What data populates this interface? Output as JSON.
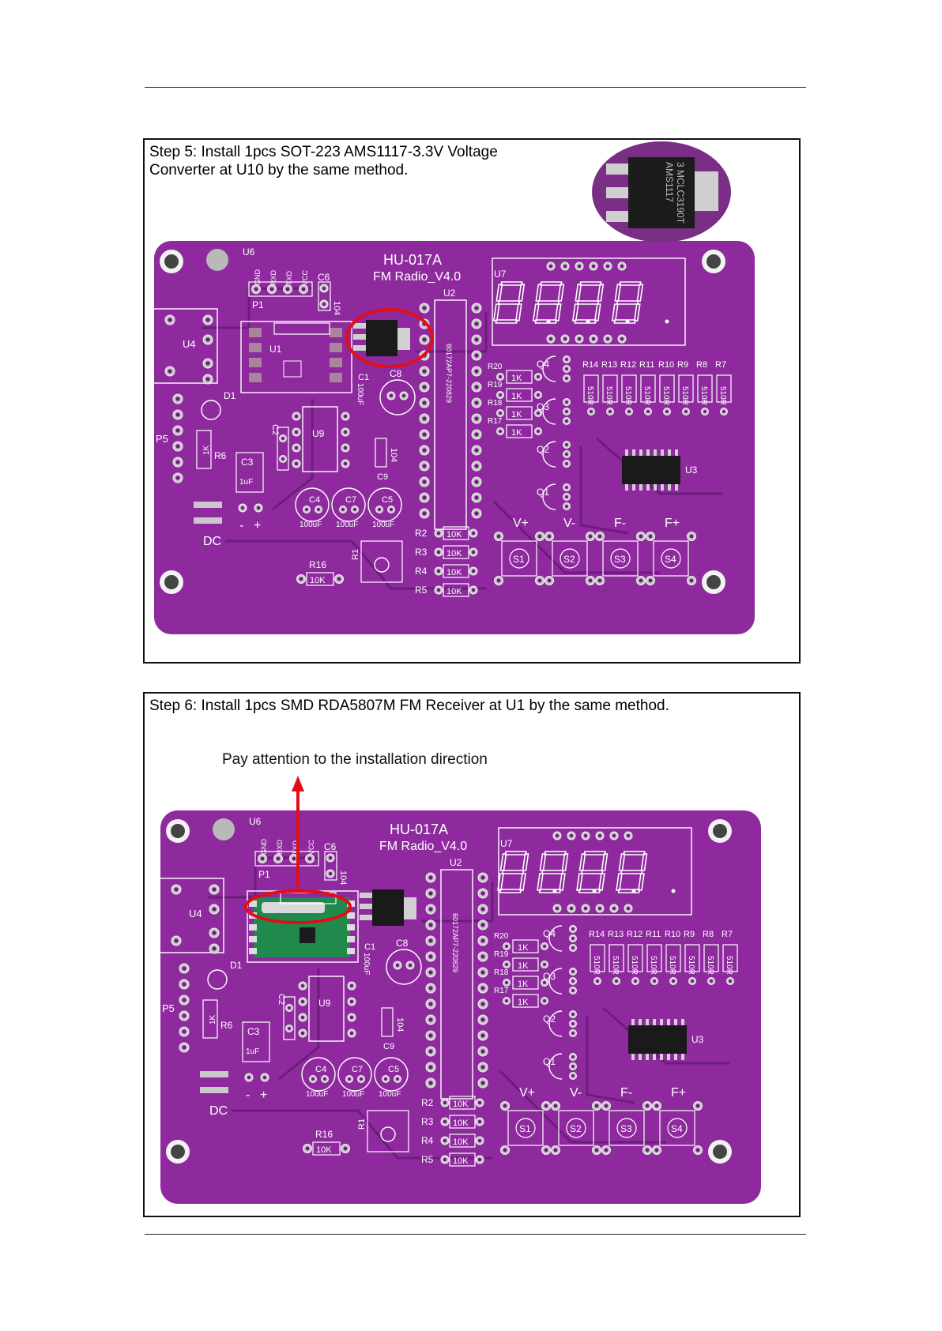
{
  "step5": {
    "caption": "Step 5: Install 1pcs SOT-223 AMS1117-3.3V Voltage\nConverter at U10 by the same method.",
    "inset_chip_text": "AMS1117\n3 MCLC3190T"
  },
  "step6": {
    "caption": "Step 6: Install 1pcs SMD RDA5807M FM Receiver at U1 by the same method.",
    "note": "Pay attention to the installation direction"
  },
  "board": {
    "name": "HU-017A",
    "version": "FM Radio_V4.0",
    "ic_code": "60172AP7-220829",
    "labels": {
      "U6": "U6",
      "P1": "P1",
      "C6": "C6",
      "cap104": "104",
      "U4": "U4",
      "U1": "U1",
      "D1": "D1",
      "P5": "P5",
      "R6": "R6",
      "K1": "1K",
      "C3": "C3",
      "uF1": "1uF",
      "C2": "C2",
      "U9": "U9",
      "C1": "C1",
      "C8": "C8",
      "uF100": "100uF",
      "C9": "C9",
      "C4": "C4",
      "C7": "C7",
      "C5": "C5",
      "minus": "-",
      "plus": "+",
      "DC": "DC",
      "R16": "R16",
      "R1": "R1",
      "K10": "10K",
      "U2": "U2",
      "U7": "U7",
      "R2": "R2",
      "R3": "R3",
      "R4": "R4",
      "R5": "R5",
      "R20": "R20",
      "R19": "R19",
      "R18": "R18",
      "R17": "R17",
      "Q1": "Q1",
      "Q2": "Q2",
      "Q3": "Q3",
      "Q4": "Q4",
      "U3": "U3",
      "R510": "510R",
      "Vp": "V+",
      "Vm": "V-",
      "Fm": "F-",
      "Fp": "F+",
      "S1": "S1",
      "S2": "S2",
      "S3": "S3",
      "S4": "S4",
      "GND": "GND",
      "RXD": "RXD",
      "TXD": "TXD",
      "VCC": "VCC",
      "R14": "R14",
      "R13": "R13",
      "R12": "R12",
      "R11": "R11",
      "R10": "R10",
      "R9": "R9",
      "R8": "R8",
      "R7": "R7"
    }
  },
  "colors": {
    "pcb": "#8e2a9e",
    "pcb_dark": "#6d1c7c",
    "silk": "#ffffff",
    "pad": "#c9c9c9",
    "highlight": "#e10e16",
    "module_green": "#1f8a4c"
  }
}
